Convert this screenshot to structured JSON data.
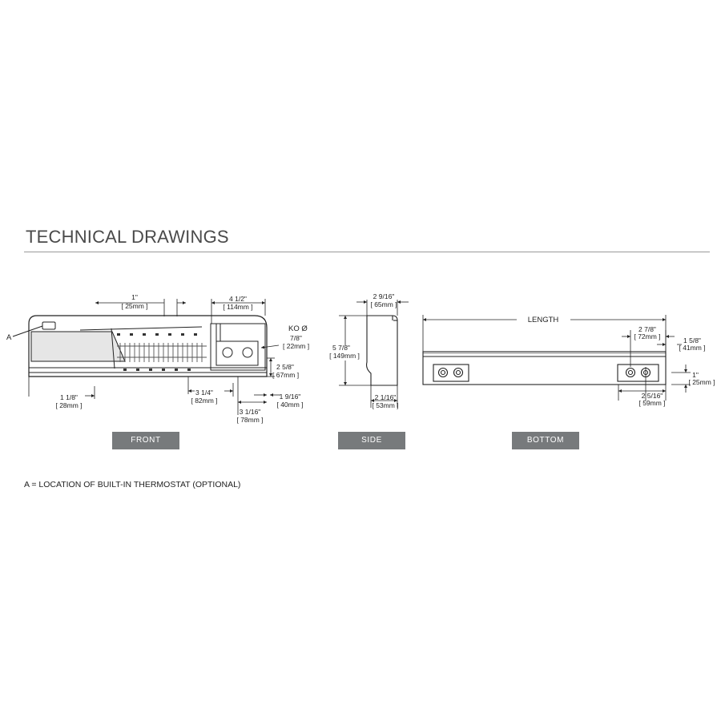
{
  "header": {
    "title": "TECHNICAL DRAWINGS"
  },
  "views": {
    "front": "FRONT",
    "side": "SIDE",
    "bottom": "BOTTOM"
  },
  "front": {
    "marker": "A",
    "ko_label": "KO Ø",
    "dims": {
      "d1_in": "1\"",
      "d1_mm": "[ 25mm ]",
      "d2_in": "4 1/2\"",
      "d2_mm": "[ 114mm ]",
      "d3_in": "7/8\"",
      "d3_mm": "[ 22mm ]",
      "d4_in": "2 5/8\"",
      "d4_mm": "[ 67mm ]",
      "d5_in": "1 1/8\"",
      "d5_mm": "[ 28mm ]",
      "d6_in": "3 1/4\"",
      "d6_mm": "[ 82mm ]",
      "d7_in": "1 9/16\"",
      "d7_mm": "[ 40mm ]",
      "d8_in": "3 1/16\"",
      "d8_mm": "[ 78mm ]"
    }
  },
  "side": {
    "dims": {
      "width_in": "2 9/16\"",
      "width_mm": "[ 65mm ]",
      "height_in": "5 7/8\"",
      "height_mm": "[ 149mm ]",
      "base_in": "2 1/16\"",
      "base_mm": "[ 53mm ]"
    }
  },
  "bottom": {
    "length_label": "LENGTH",
    "dims": {
      "a_in": "2 7/8\"",
      "a_mm": "[ 72mm ]",
      "b_in": "1 5/8\"",
      "b_mm": "[ 41mm ]",
      "c_in": "1\"",
      "c_mm": "[ 25mm ]",
      "d_in": "2 5/16\"",
      "d_mm": "[ 59mm ]"
    }
  },
  "footnote": "A = LOCATION OF BUILT-IN THERMOSTAT (OPTIONAL)"
}
